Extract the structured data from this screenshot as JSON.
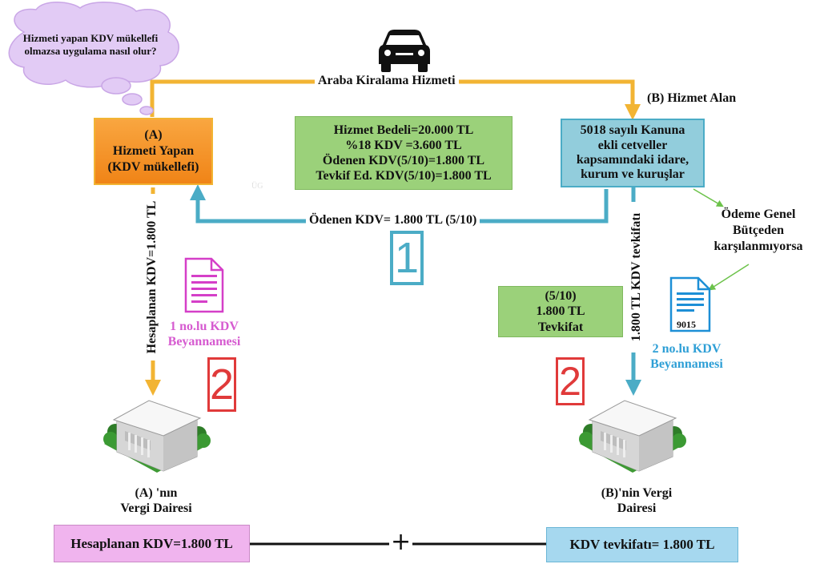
{
  "thought": {
    "line1": "Hizmeti yapan KDV mükellefi",
    "line2": "olmazsa uygulama nasıl olur?"
  },
  "service_label": "Araba Kiralama Hizmeti",
  "provider": {
    "line1": "(A)",
    "line2": "Hizmeti Yapan",
    "line3": "(KDV mükellefi)"
  },
  "receiver": {
    "title": "(B) Hizmet Alan",
    "line1": "5018 sayılı Kanuna",
    "line2": "ekli cetveller",
    "line3": "kapsamındaki idare,",
    "line4": "kurum ve kuruşlar"
  },
  "calc": {
    "line1": "Hizmet Bedeli=20.000 TL",
    "line2": "%18 KDV =3.600 TL",
    "line3": "Ödenen KDV(5/10)=1.800 TL",
    "line4": "Tevkif Ed. KDV(5/10)=1.800 TL"
  },
  "paid_label": "Ödenen KDV= 1.800 TL (5/10)",
  "step1": "1",
  "step2_left": "2",
  "step2_right": "2",
  "watermark": "ÜG",
  "left_vertical": "Hesaplanan KDV=1.800 TL",
  "right_vertical": "1.800 TL KDV tevkifatı",
  "budget_note": {
    "line1": "Ödeme Genel",
    "line2": "Bütçeden",
    "line3": "karşılanmıyorsa"
  },
  "doc_left": {
    "line1": "1 no.lu KDV",
    "line2": "Beyannamesi"
  },
  "doc_right": {
    "code": "9015",
    "line1": "2 no.lu KDV",
    "line2": "Beyannamesi"
  },
  "withholding_box": {
    "line1": "(5/10)",
    "line2": "1.800 TL",
    "line3": "Tevkifat"
  },
  "office_left": {
    "line1": "(A) 'nın",
    "line2": "Vergi Dairesi"
  },
  "office_right": {
    "line1": "(B)'nin Vergi",
    "line2": "Dairesi"
  },
  "bottom_left": "Hesaplanan KDV=1.800 TL",
  "bottom_right": "KDV tevkifatı= 1.800 TL",
  "plus": "+",
  "colors": {
    "orange_arrow": "#f2b433",
    "blue_arrow": "#4bacc6",
    "provider_fill": "#f7941d",
    "receiver_fill": "#92cddc",
    "calc_fill": "#9bd17a",
    "thought_fill": "#e2cbf5",
    "pink": "#d65bd0",
    "blue_text": "#2e9fd6",
    "red": "#e03a3a",
    "doc_pink": "#d53fc8",
    "doc_blue": "#1d8fd6"
  },
  "icons": [
    "car-icon",
    "document-icon",
    "government-building-icon",
    "thought-bubble-icon"
  ]
}
